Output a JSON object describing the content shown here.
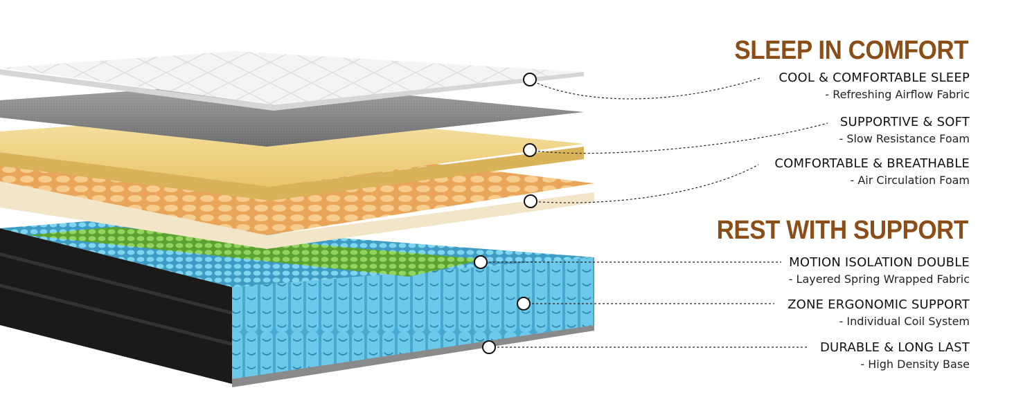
{
  "colors": {
    "heading": "#8a4e16",
    "coil_blue": "#4fb8dc",
    "zone_green": "#7dc24a",
    "foam_yellow": "#f3d98f",
    "egg_foam": "#f2c07a",
    "base_black": "#1a1a1a"
  },
  "sections": [
    {
      "heading": "SLEEP IN COMFORT",
      "features": [
        {
          "title": "COOL & COMFORTABLE SLEEP",
          "subtitle": "- Refreshing Airflow Fabric"
        },
        {
          "title": "SUPPORTIVE & SOFT",
          "subtitle": "- Slow Resistance Foam"
        },
        {
          "title": "COMFORTABLE & BREATHABLE",
          "subtitle": "- Air Circulation Foam"
        }
      ]
    },
    {
      "heading": "REST WITH SUPPORT",
      "features": [
        {
          "title": "MOTION ISOLATION DOUBLE",
          "subtitle": "- Layered Spring Wrapped Fabric"
        },
        {
          "title": "ZONE ERGONOMIC SUPPORT",
          "subtitle": "- Individual Coil System"
        },
        {
          "title": "DURABLE & LONG LAST",
          "subtitle": "- High Density Base"
        }
      ]
    }
  ]
}
